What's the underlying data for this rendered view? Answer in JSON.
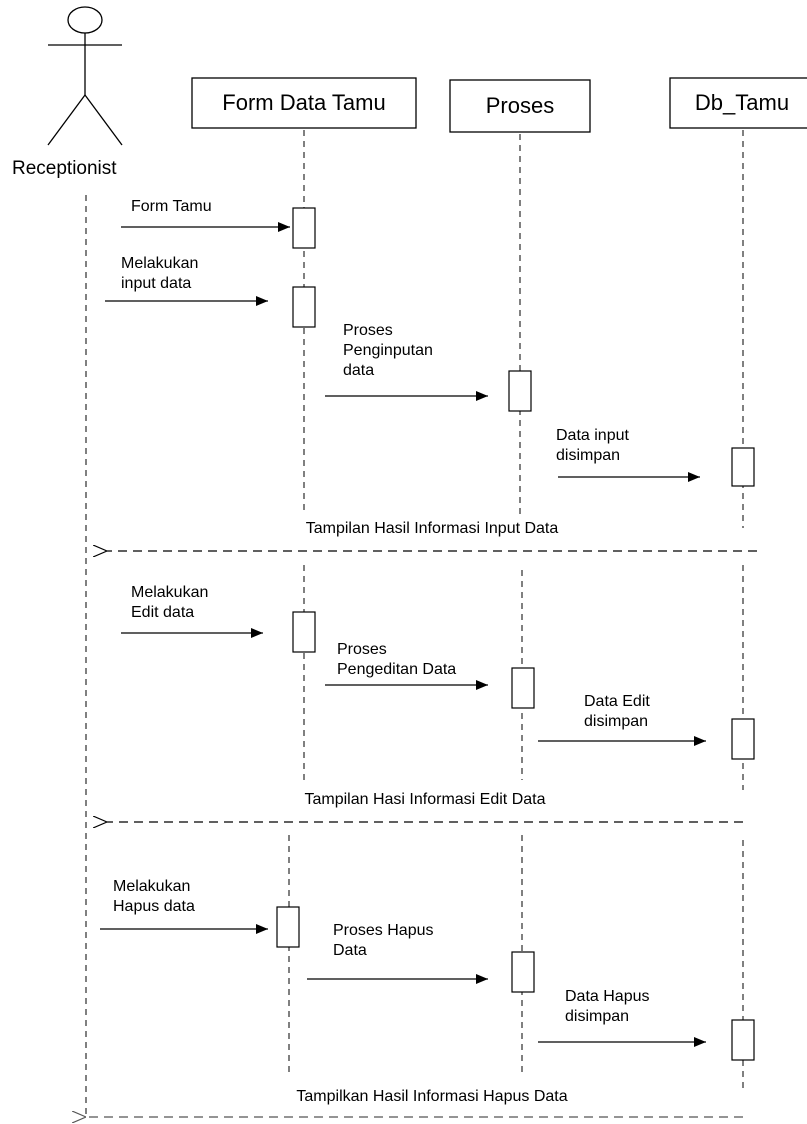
{
  "actor": {
    "name": "Receptionist"
  },
  "lifelines": {
    "form": "Form Data Tamu",
    "proses": "Proses",
    "db": "Db_Tamu"
  },
  "messages": {
    "form_tamu": [
      "Form Tamu"
    ],
    "input_data": [
      "Melakukan",
      "input data"
    ],
    "proses_input": [
      "Proses",
      "Penginputan",
      "data"
    ],
    "input_saved": [
      "Data input",
      "disimpan"
    ],
    "edit_data": [
      "Melakukan",
      "Edit data"
    ],
    "proses_edit": [
      "Proses",
      "Pengeditan Data"
    ],
    "edit_saved": [
      "Data Edit",
      "disimpan"
    ],
    "hapus_data": [
      "Melakukan",
      "Hapus data"
    ],
    "proses_hapus": [
      "Proses Hapus",
      "Data"
    ],
    "hapus_saved": [
      "Data Hapus",
      "disimpan"
    ]
  },
  "returns": {
    "input": "Tampilan Hasil Informasi Input Data",
    "edit": "Tampilan Hasi Informasi Edit Data",
    "hapus": "Tampilkan Hasil Informasi Hapus Data"
  }
}
